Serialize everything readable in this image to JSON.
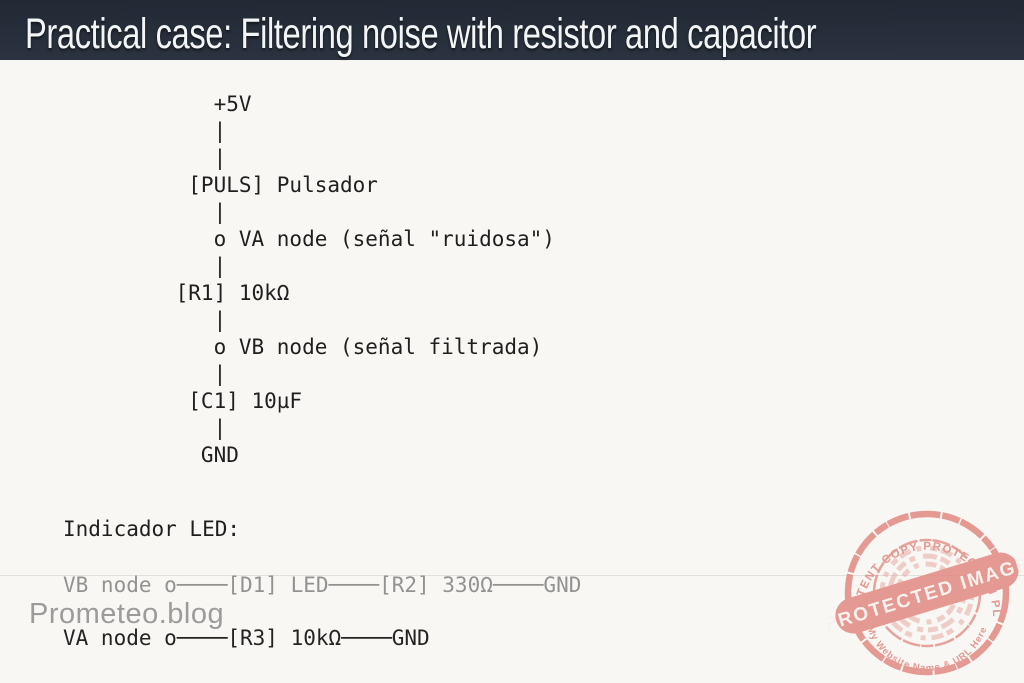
{
  "header": {
    "title": "Practical case: Filtering noise with resistor and capacitor",
    "bg_color": "#27303c",
    "text_color": "#f3f5f7"
  },
  "page": {
    "bg_color": "#f8f7f4"
  },
  "circuit_diagram": {
    "description": "ascii-schematic-rc-filter",
    "lines": [
      "    +5V",
      "    |",
      "    |",
      "  [PULS] Pulsador",
      "    |",
      "    o VA node (señal \"ruidosa\")",
      "    |",
      " [R1] 10kΩ",
      "    |",
      "    o VB node (señal filtrada)",
      "    |",
      "  [C1] 10µF",
      "    |",
      "   GND"
    ]
  },
  "led_section": {
    "heading": "Indicador LED:",
    "line_vb": "VB node o────[D1] LED────[R2] 330Ω────GND",
    "line_va": "VA node o────[R3] 10kΩ────GND"
  },
  "watermarks": {
    "site": "Prometeo.blog",
    "stamp": {
      "banner": "PROTECTED IMAGE",
      "arc_top": "WP CONTENT COPY PROTECTION PLUGIN",
      "arc_bottom": "My Website Name & URL Here",
      "color": "#e18981",
      "banner_text_color": "#faf0ee"
    }
  }
}
